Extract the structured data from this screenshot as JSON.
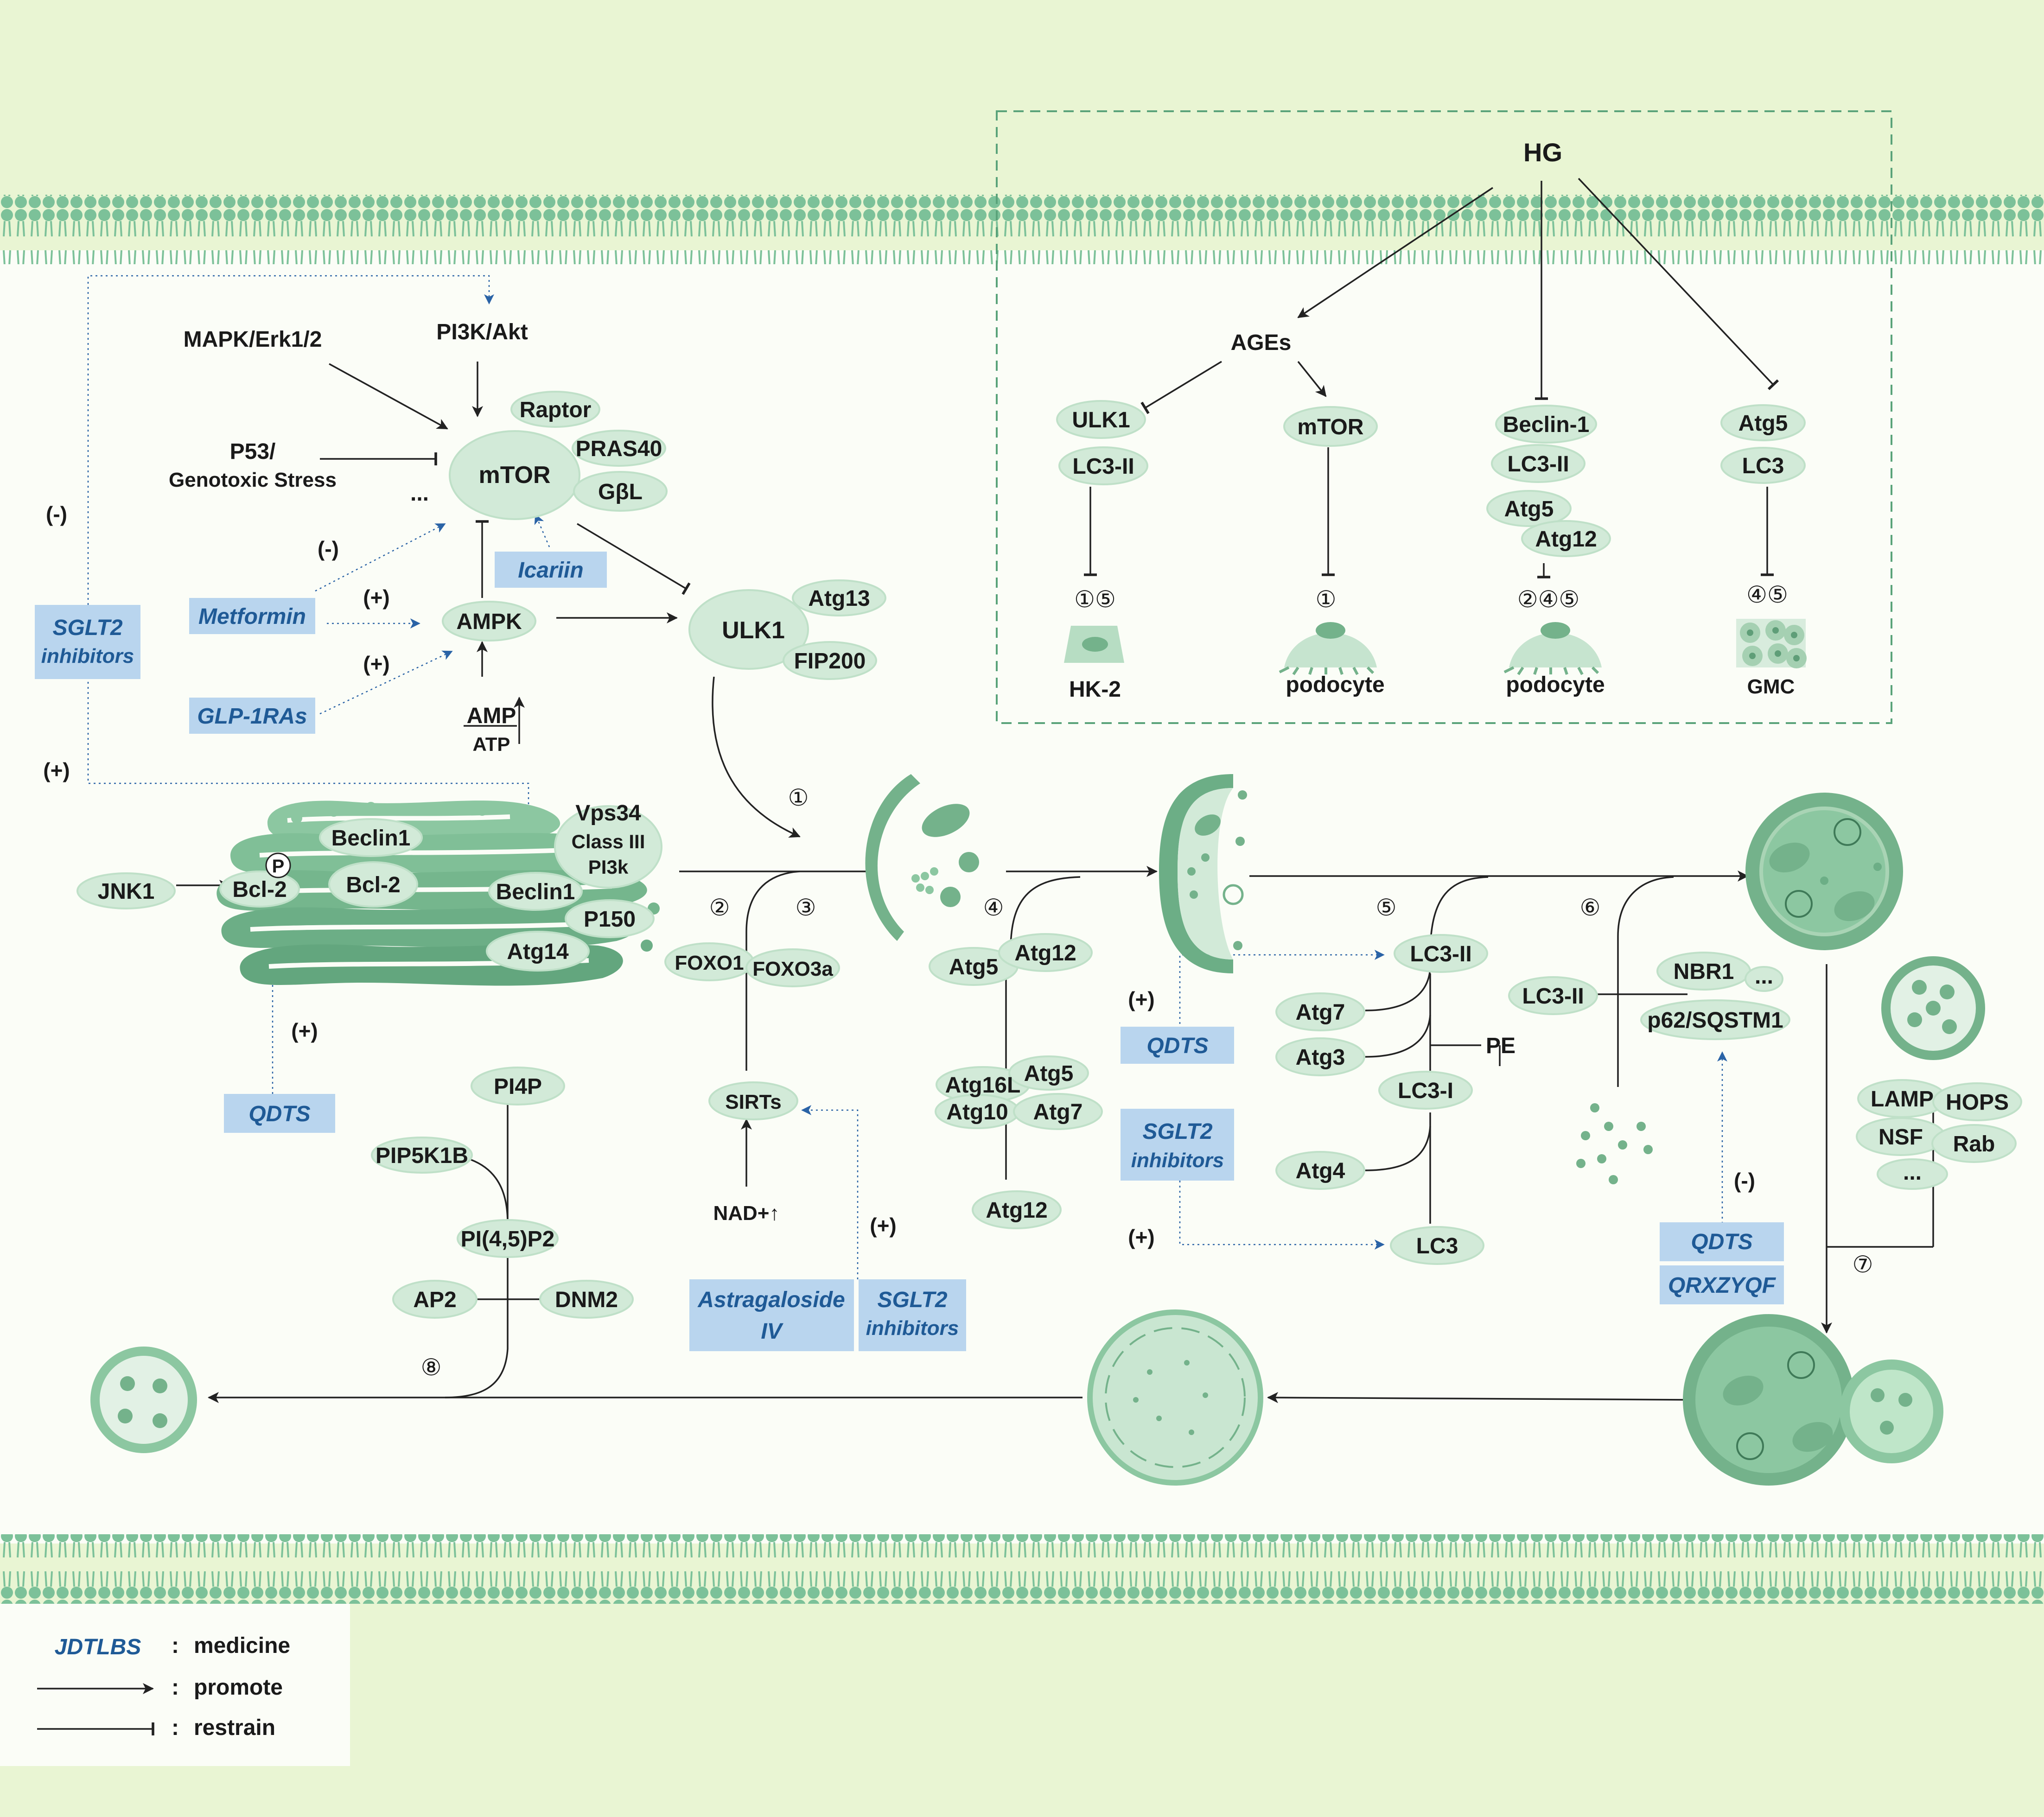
{
  "nodes": {
    "hg": "HG",
    "ages": "AGEs",
    "ulk1_hg": "ULK1",
    "lc3ii_hg1": "LC3-II",
    "mtor_hg": "mTOR",
    "beclin1_hg": "Beclin-1",
    "lc3ii_hg2": "LC3-II",
    "atg5_hg1": "Atg5",
    "atg12_hg": "Atg12",
    "atg5_hg2": "Atg5",
    "lc3_hg": "LC3",
    "hk2": "HK-2",
    "podocyte1": "podocyte",
    "podocyte2": "podocyte",
    "gmc": "GMC",
    "mapk": "MAPK/Erk1/2",
    "pi3k": "PI3K/Akt",
    "p53": "P53/",
    "genotoxic": "Genotoxic Stress",
    "ellipsis1": "...",
    "raptor": "Raptor",
    "pras40": "PRAS40",
    "gbl": "GβL",
    "mtor": "mTOR",
    "ampk": "AMPK",
    "amp": "AMP",
    "atp": "ATP",
    "ulk1": "ULK1",
    "atg13": "Atg13",
    "fip200": "FIP200",
    "jnk1": "JNK1",
    "bcl2a": "Bcl-2",
    "bcl2b": "Bcl-2",
    "p_mark": "P",
    "beclin1a": "Beclin1",
    "beclin1b": "Beclin1",
    "vps34_1": "Vps34",
    "vps34_2": "Class III",
    "vps34_3": "PI3k",
    "p150": "P150",
    "atg14": "Atg14",
    "foxo1": "FOXO1",
    "foxo3a": "FOXO3a",
    "sirts": "SIRTs",
    "nad": "NAD+↑",
    "atg5": "Atg5",
    "atg12": "Atg12",
    "atg16l": "Atg16L",
    "atg5b": "Atg5",
    "atg10": "Atg10",
    "atg7b": "Atg7",
    "atg12b": "Atg12",
    "lc3ii": "LC3-II",
    "atg7": "Atg7",
    "atg3": "Atg3",
    "pe": "PE",
    "lc3i": "LC3-I",
    "atg4": "Atg4",
    "lc3": "LC3",
    "lc3ii_b": "LC3-II",
    "nbr1": "NBR1",
    "ellipsis2": "...",
    "p62": "p62/SQSTM1",
    "lamp": "LAMP",
    "hops": "HOPS",
    "nsf": "NSF",
    "rab": "Rab",
    "ellipsis3": "...",
    "pi4p": "PI4P",
    "pip5k1b": "PIP5K1B",
    "pi45p2": "PI(4,5)P2",
    "ap2": "AP2",
    "dnm2": "DNM2"
  },
  "medicines": {
    "sglt2_left_1": "SGLT2",
    "sglt2_left_2": "inhibitors",
    "metformin": "Metformin",
    "glp1": "GLP-1RAs",
    "icariin": "Icariin",
    "qdts_left": "QDTS",
    "astra_1": "Astragaloside",
    "astra_2": "IV",
    "sglt2_mid_1": "SGLT2",
    "sglt2_mid_2": "inhibitors",
    "qdts_mid": "QDTS",
    "sglt2_right_1": "SGLT2",
    "sglt2_right_2": "inhibitors",
    "qdts_right": "QDTS",
    "qrxzyqf": "QRXZYQF"
  },
  "signs": {
    "minus_left": "(-)",
    "plus_left": "(+)",
    "minus_metformin": "(-)",
    "plus_metformin": "(+)",
    "plus_glp1": "(+)",
    "plus_qdts_left": "(+)",
    "plus_astra": "(+)",
    "plus_qdts_mid": "(+)",
    "plus_sglt2_mid": "(+)",
    "minus_qdts_right": "(-)"
  },
  "steps": {
    "s1": "①",
    "s2": "②",
    "s3": "③",
    "s4": "④",
    "s5": "⑤",
    "s6": "⑥",
    "s7": "⑦",
    "s8": "⑧",
    "hk2_steps": "①⑤",
    "pod1_steps": "①",
    "pod2_steps": "②④⑤",
    "gmc_steps": "④⑤"
  },
  "legend": {
    "medicine_sample": "JDTLBS",
    "colon1": ":",
    "medicine": "medicine",
    "colon2": ":",
    "promote": "promote",
    "colon3": ":",
    "restrain": "restrain"
  },
  "colors": {
    "membrane": "#7cc199",
    "ellipse_fill": "#d2ead8",
    "vesicle": "#74b28b",
    "medicine_box": "#b9d5ee",
    "medicine_text": "#1f5a96",
    "background": "#e9f5d3",
    "cytoplasm": "#fbfdf7"
  }
}
